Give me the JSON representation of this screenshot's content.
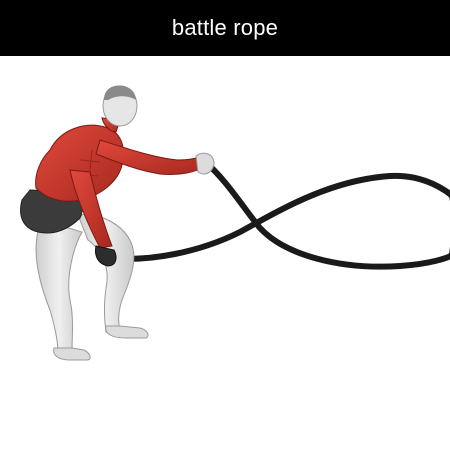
{
  "header": {
    "title": "battle rope"
  },
  "illustration": {
    "subject": "exercise-figure",
    "equipment": "rope"
  },
  "colors": {
    "header_bg": "#000000",
    "title_text": "#ffffff",
    "muscle": "#c8372d",
    "skin": "#e3e3e3",
    "rope": "#1a1a1a",
    "shorts": "#3b3b3b"
  }
}
